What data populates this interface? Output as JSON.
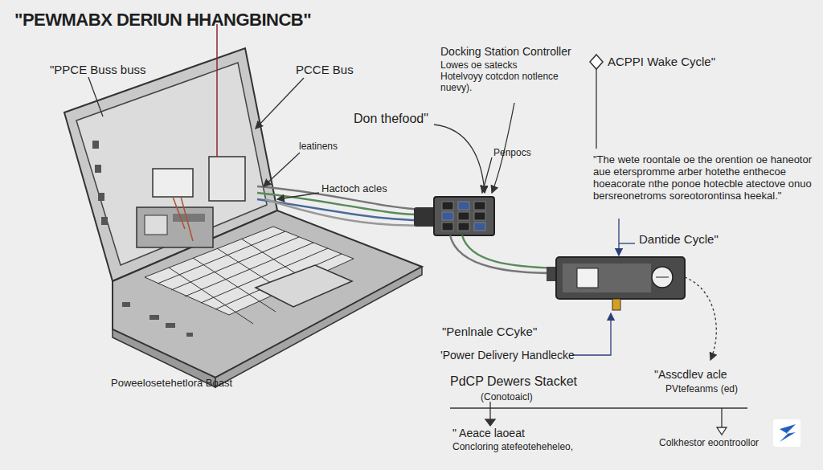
{
  "diagram": {
    "title": "\"PEWMABX DERIUN HHANGBINCB\"",
    "labels": [
      "\"PPCE Buss buss",
      "PCCE Bus",
      "Docking Station Controller",
      "Lowes oe satecks Hotelvoyy cotcdon notlence nuevy).",
      "ACPPI Wake Cycle\"",
      "Don thefood\"",
      "leatinens",
      "Penpocs",
      "Hactoch acles",
      "\"The wete roontale oe the orention oe haneotor aue eterspromme arber hotethe enthecoe hoeacorate nthe ponoe hotecble atectove onuo bersreonetroms soreotorontinsa heekal.\"",
      "Dantide Cycle\"",
      "\"Penlnale CCyke\"",
      "'Power Delivery Handlecke",
      "PdCP Dewers Stacket",
      "(Conotoaicl)",
      "\" Aeace laoeat",
      "Concloring atefeoteheheleo,",
      "\"Asscdlev acle",
      "PVtefeanms (ed)",
      "Colkhestor eoontroollor",
      "Poweelosetehetlora Boast"
    ]
  }
}
